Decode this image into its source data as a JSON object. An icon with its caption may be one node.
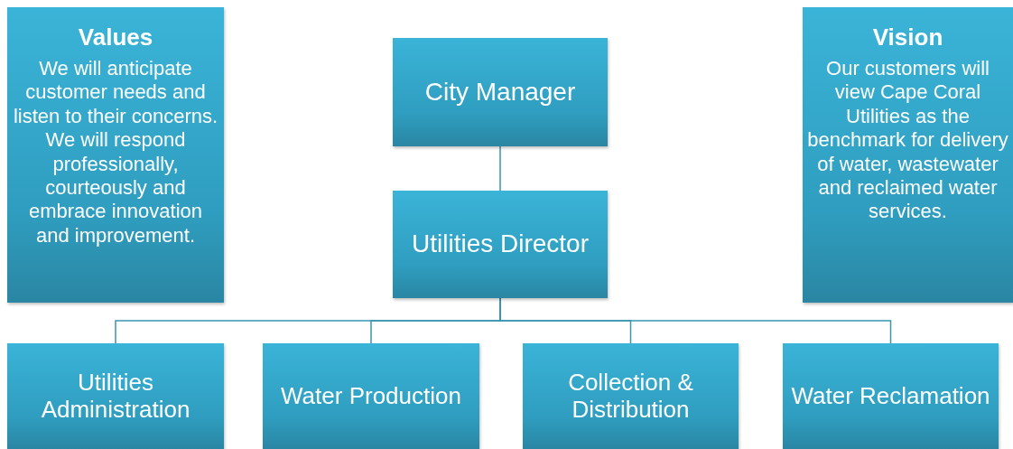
{
  "diagram": {
    "nodes": [
      {
        "text": [
          "Values",
          "We will anticipate customer needs and listen to their concerns.  We will respond professionally, courteously and embrace innovation and improvement."
        ]
      },
      {
        "text": [
          "City Manager"
        ]
      },
      {
        "text": [
          "Vision",
          "Our customers will view Cape Coral Utilities as the benchmark for delivery of water, wastewater and reclaimed water services."
        ]
      },
      {
        "text": [
          "Utilities Director"
        ]
      },
      {
        "text": [
          "Utilities Administration"
        ]
      },
      {
        "text": [
          "Water Production"
        ]
      },
      {
        "text": [
          "Collection & Distribution"
        ]
      },
      {
        "text": [
          "Water Reclamation"
        ]
      }
    ],
    "edges": [
      {
        "from": 1,
        "to": 3,
        "arrow": "none"
      },
      {
        "from": 3,
        "to": 4,
        "arrow": "none"
      },
      {
        "from": 3,
        "to": 5,
        "arrow": "none"
      },
      {
        "from": 3,
        "to": 6,
        "arrow": "none"
      },
      {
        "from": 3,
        "to": 7,
        "arrow": "none"
      }
    ]
  }
}
